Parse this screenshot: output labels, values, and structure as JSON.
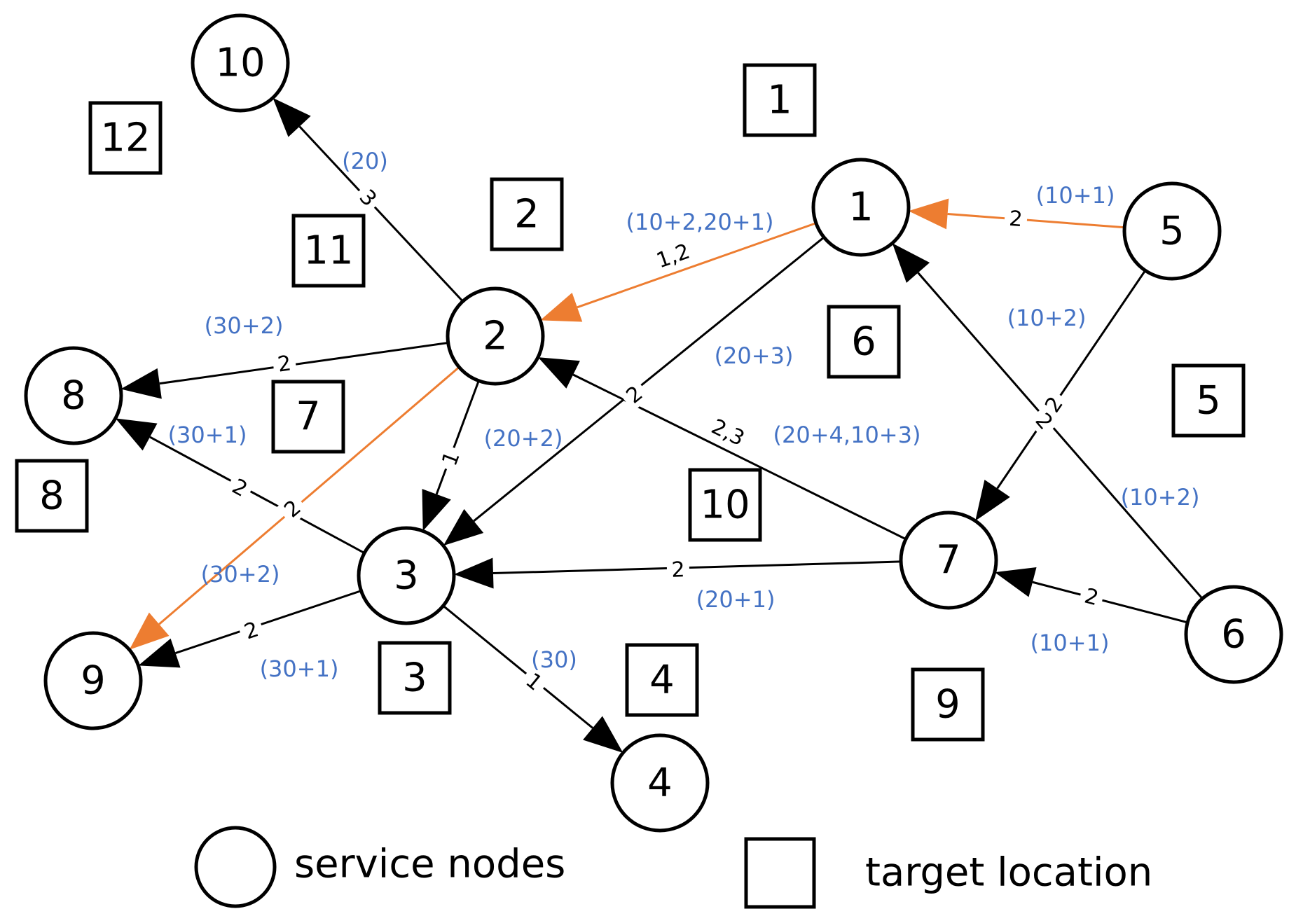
{
  "colors": {
    "edge": "#000000",
    "highlight": "#ed7d31",
    "cost": "#4472c4"
  },
  "service_nodes": [
    {
      "id": "n1",
      "label": "1"
    },
    {
      "id": "n2",
      "label": "2"
    },
    {
      "id": "n3",
      "label": "3"
    },
    {
      "id": "n4",
      "label": "4"
    },
    {
      "id": "n5",
      "label": "5"
    },
    {
      "id": "n6",
      "label": "6"
    },
    {
      "id": "n7",
      "label": "7"
    },
    {
      "id": "n8",
      "label": "8"
    },
    {
      "id": "n9",
      "label": "9"
    },
    {
      "id": "n10",
      "label": "10"
    }
  ],
  "target_locations": [
    {
      "id": "t1",
      "label": "1"
    },
    {
      "id": "t2",
      "label": "2"
    },
    {
      "id": "t3",
      "label": "3"
    },
    {
      "id": "t4",
      "label": "4"
    },
    {
      "id": "t5",
      "label": "5"
    },
    {
      "id": "t6",
      "label": "6"
    },
    {
      "id": "t7",
      "label": "7"
    },
    {
      "id": "t8",
      "label": "8"
    },
    {
      "id": "t9",
      "label": "9"
    },
    {
      "id": "t10",
      "label": "10"
    },
    {
      "id": "t11",
      "label": "11"
    },
    {
      "id": "t12",
      "label": "12"
    }
  ],
  "edges": [
    {
      "from": "n5",
      "to": "n1",
      "label": "2",
      "cost": "(10+1)",
      "highlight": true
    },
    {
      "from": "n1",
      "to": "n2",
      "label": "1,2",
      "cost": "(10+2,20+1)",
      "highlight": true
    },
    {
      "from": "n2",
      "to": "n10",
      "label": "3",
      "cost": "(20)",
      "highlight": false
    },
    {
      "from": "n2",
      "to": "n8",
      "label": "2",
      "cost": "(30+2)",
      "highlight": false
    },
    {
      "from": "n2",
      "to": "n9",
      "label": "2",
      "cost": "(30+2)",
      "highlight": true
    },
    {
      "from": "n2",
      "to": "n3",
      "label": "1",
      "cost": "(20+2)",
      "highlight": false
    },
    {
      "from": "n1",
      "to": "n3",
      "label": "2",
      "cost": "(20+3)",
      "highlight": false
    },
    {
      "from": "n7",
      "to": "n2",
      "label": "2,3",
      "cost": "(20+4,10+3)",
      "highlight": false
    },
    {
      "from": "n5",
      "to": "n7",
      "label": "2",
      "cost": "(10+2)",
      "highlight": false
    },
    {
      "from": "n6",
      "to": "n1",
      "label": "2",
      "cost": "(10+2)",
      "highlight": false
    },
    {
      "from": "n6",
      "to": "n7",
      "label": "2",
      "cost": "(10+1)",
      "highlight": false
    },
    {
      "from": "n7",
      "to": "n3",
      "label": "2",
      "cost": "(20+1)",
      "highlight": false
    },
    {
      "from": "n3",
      "to": "n8",
      "label": "2",
      "cost": "(30+1)",
      "highlight": false
    },
    {
      "from": "n3",
      "to": "n9",
      "label": "2",
      "cost": "(30+1)",
      "highlight": false
    },
    {
      "from": "n3",
      "to": "n4",
      "label": "1",
      "cost": "(30)",
      "highlight": false
    }
  ],
  "legend": {
    "service_nodes": "service nodes",
    "target_location": "target location"
  }
}
